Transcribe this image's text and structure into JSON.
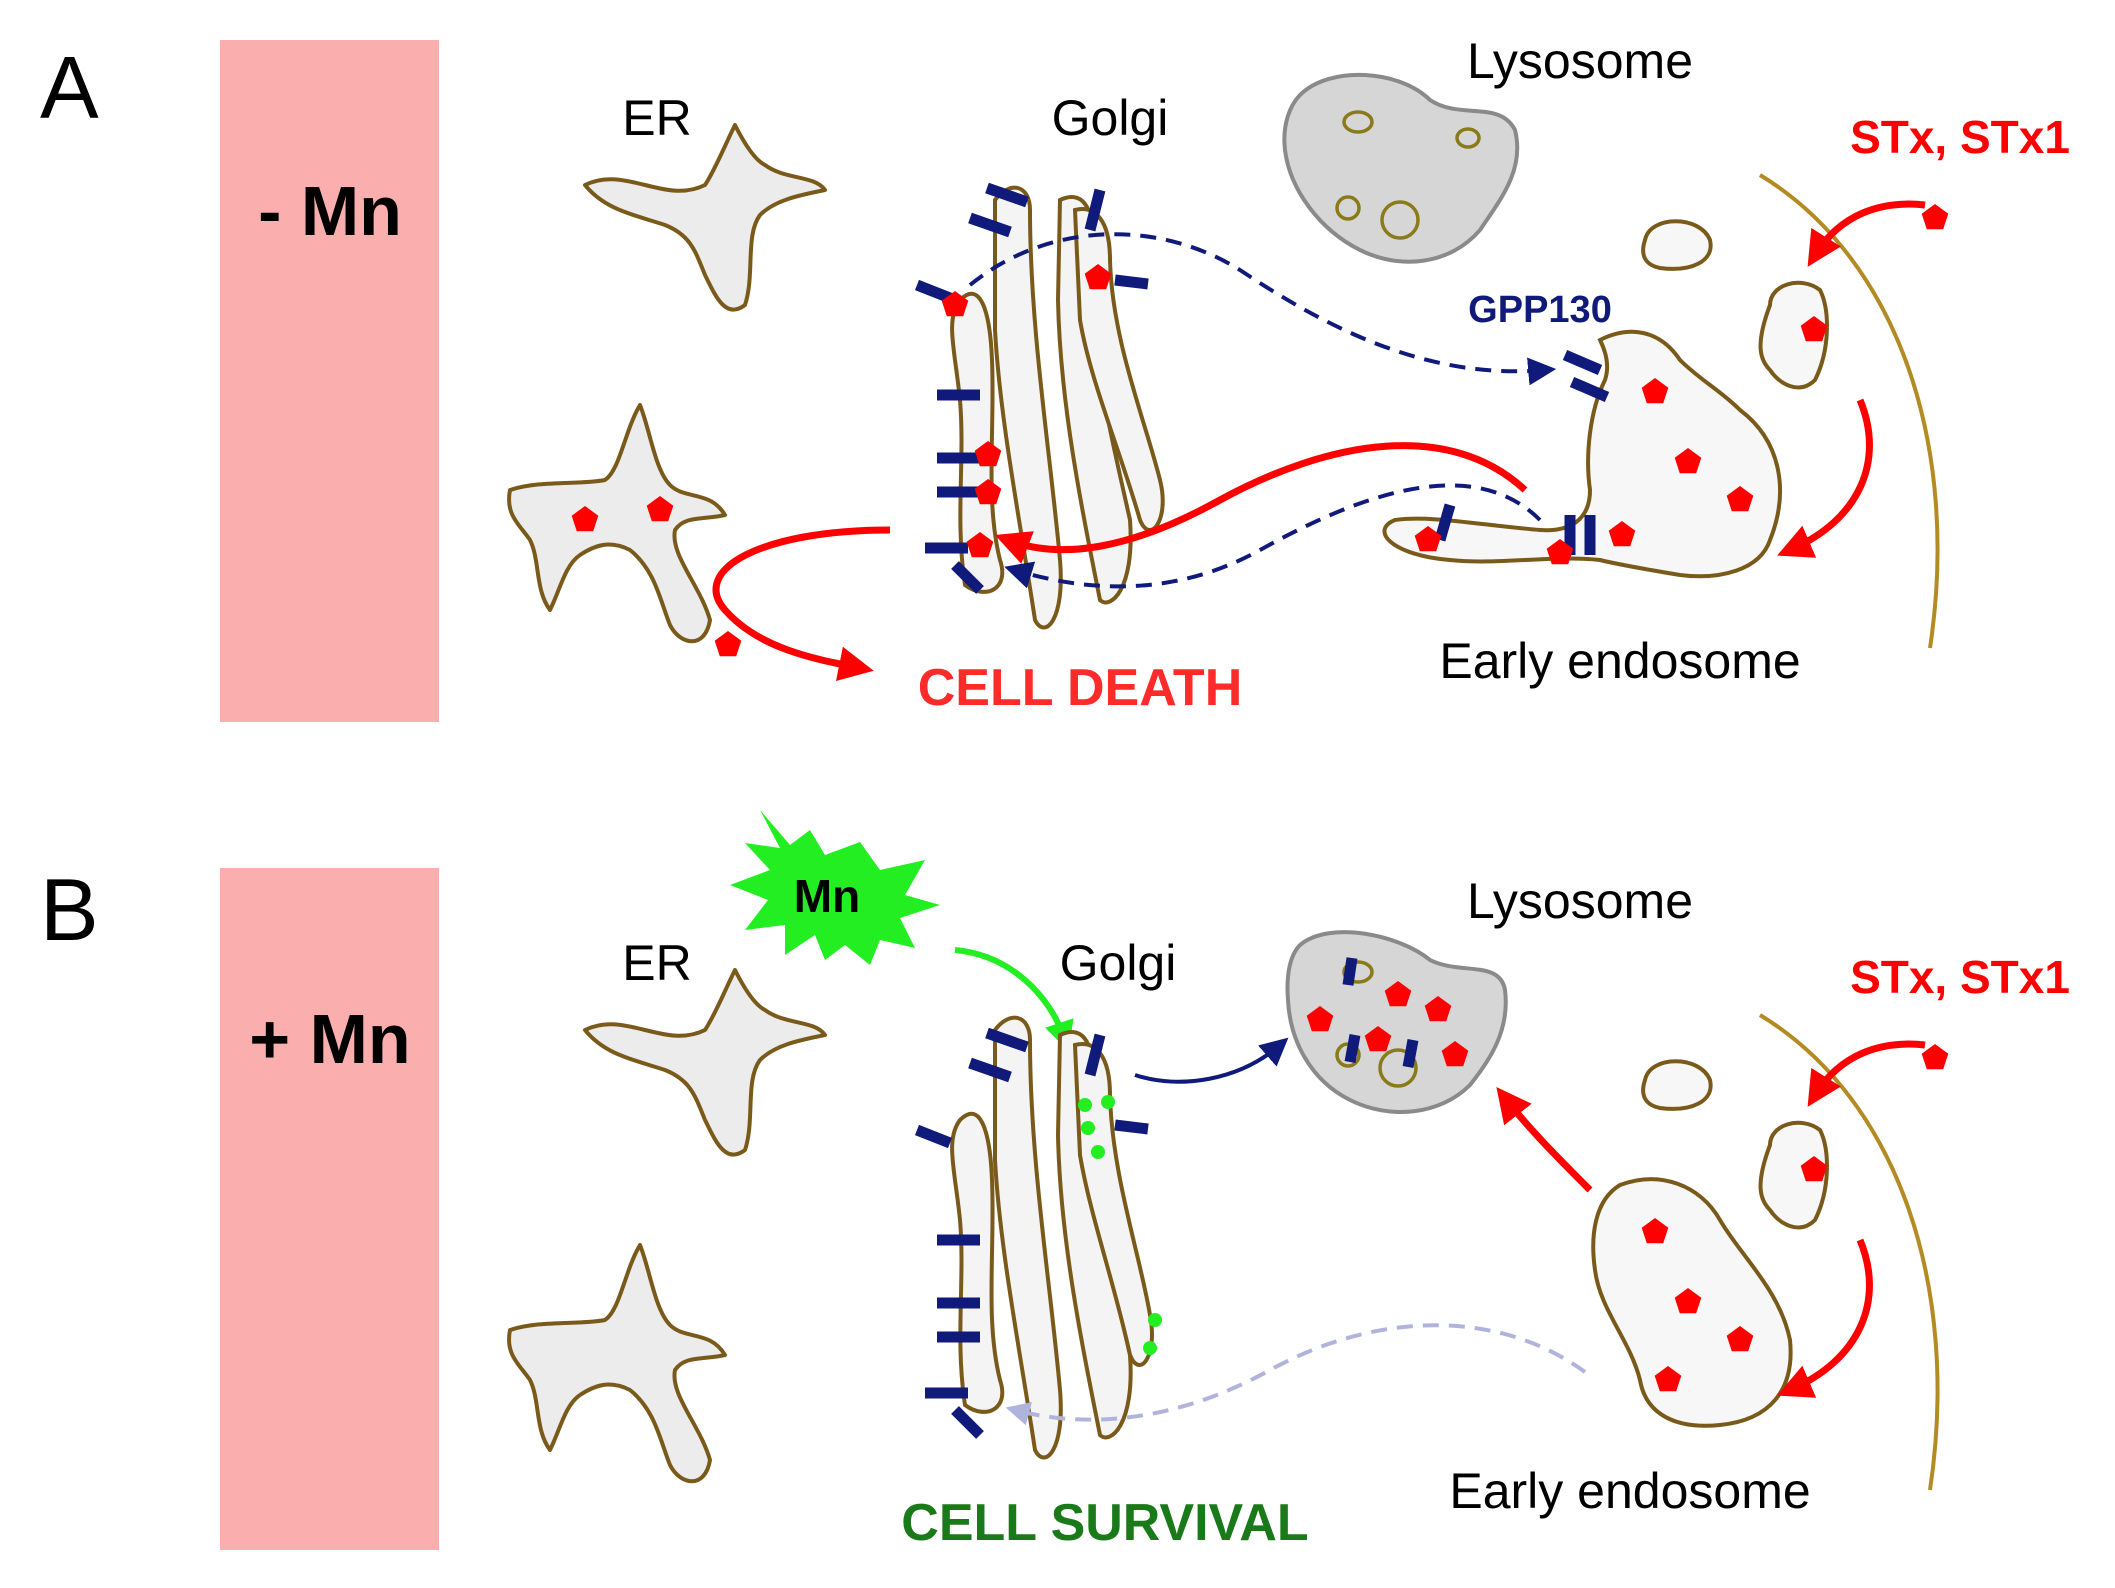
{
  "colors": {
    "toxin": "#ff0000",
    "gpp130": "#101a7a",
    "cell_death": "#ff2a2a",
    "cell_survival": "#1a7a1a",
    "mn_burst": "#22ee22",
    "panel_bar": "#fbaeae"
  },
  "panel_a": {
    "letter": "A",
    "condition": "- Mn",
    "er_label": "ER",
    "golgi_label": "Golgi",
    "lysosome_label": "Lysosome",
    "toxin_label": "STx, STx1",
    "gpp130_label": "GPP130",
    "endosome_label": "Early endosome",
    "outcome": "CELL DEATH"
  },
  "panel_b": {
    "letter": "B",
    "condition": "+ Mn",
    "mn_label": "Mn",
    "er_label": "ER",
    "golgi_label": "Golgi",
    "lysosome_label": "Lysosome",
    "toxin_label": "STx, STx1",
    "endosome_label": "Early endosome",
    "outcome": "CELL SURVIVAL"
  }
}
